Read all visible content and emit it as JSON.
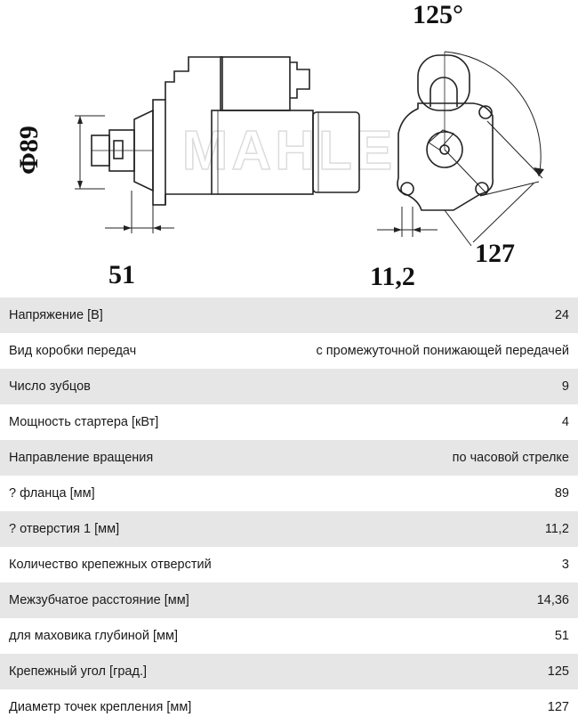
{
  "drawing": {
    "flange_diameter_label": "Φ89",
    "flywheel_depth_label": "51",
    "hole_diameter_label": "11,2",
    "mounting_angle_label": "125°",
    "bolt_circle_label": "127",
    "watermark": "MAHLE"
  },
  "specs": [
    {
      "label": "Напряжение [В]",
      "value": "24"
    },
    {
      "label": "Вид коробки передач",
      "value": "с промежуточной понижающей передачей"
    },
    {
      "label": "Число зубцов",
      "value": "9"
    },
    {
      "label": "Мощность стартера [кВт]",
      "value": "4"
    },
    {
      "label": "Направление вращения",
      "value": "по часовой стрелке"
    },
    {
      "label": "? фланца [мм]",
      "value": "89"
    },
    {
      "label": "? отверстия 1 [мм]",
      "value": "11,2"
    },
    {
      "label": "Количество крепежных отверстий",
      "value": "3"
    },
    {
      "label": "Межзубчатое расстояние [мм]",
      "value": "14,36"
    },
    {
      "label": "для маховика глубиной [мм]",
      "value": "51"
    },
    {
      "label": "Крепежный угол [град.]",
      "value": "125"
    },
    {
      "label": "Диаметр точек крепления [мм]",
      "value": "127"
    }
  ]
}
